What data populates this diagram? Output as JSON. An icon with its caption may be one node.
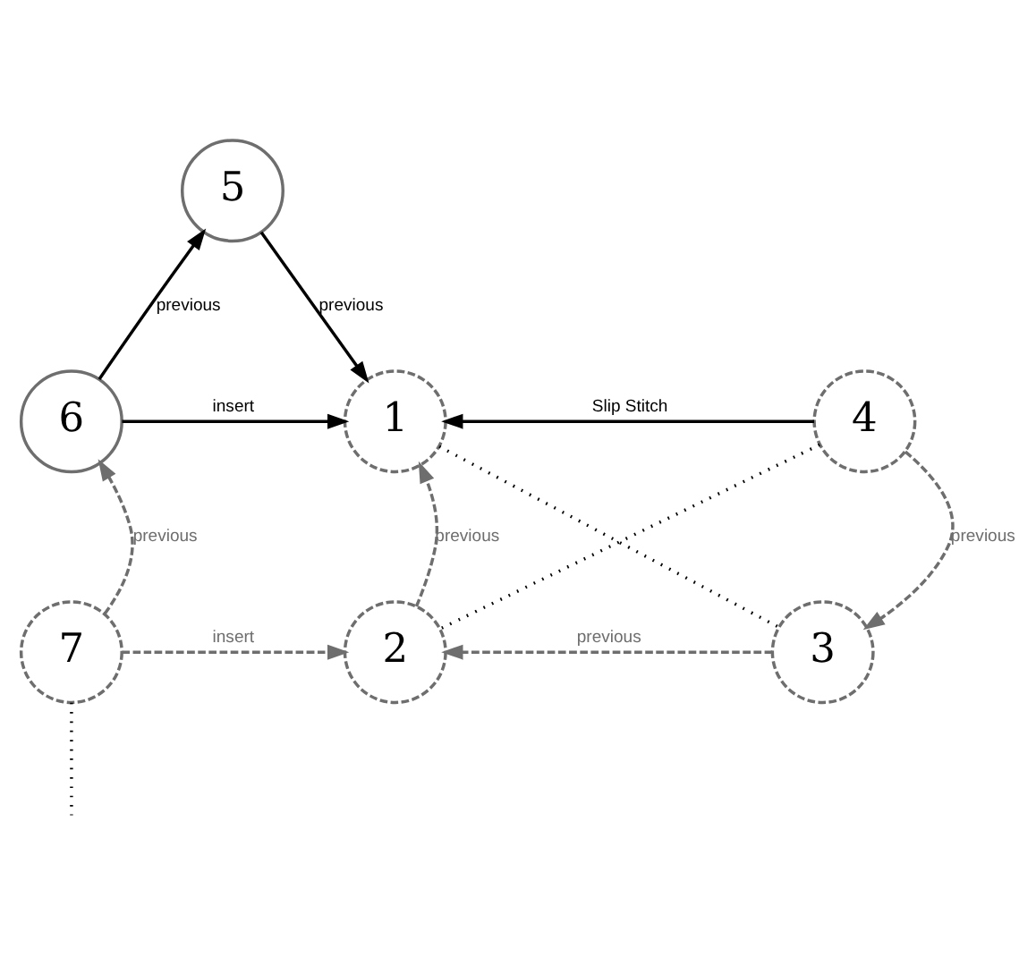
{
  "diagram": {
    "nodes": [
      {
        "text": [
          "5"
        ]
      },
      {
        "text": [
          "6"
        ]
      },
      {
        "text": [
          "1"
        ]
      },
      {
        "text": [
          "4"
        ]
      },
      {
        "text": [
          "7"
        ]
      },
      {
        "text": [
          "2"
        ]
      },
      {
        "text": [
          "3"
        ]
      }
    ],
    "edges": [
      {
        "from": 1,
        "to": 0,
        "arrow": "to",
        "label": "previous"
      },
      {
        "from": 0,
        "to": 2,
        "arrow": "to",
        "label": "previous"
      },
      {
        "from": 1,
        "to": 2,
        "arrow": "to",
        "label": "insert"
      },
      {
        "from": 3,
        "to": 2,
        "arrow": "to",
        "label": "Slip Stitch"
      },
      {
        "from": 4,
        "to": 1,
        "arrow": "to",
        "label": "previous",
        "style": "dashed",
        "color": "#6e6e6e"
      },
      {
        "from": 5,
        "to": 2,
        "arrow": "to",
        "label": "previous",
        "style": "dashed",
        "color": "#6e6e6e"
      },
      {
        "from": 3,
        "to": 6,
        "arrow": "to",
        "label": "previous",
        "style": "dashed",
        "color": "#6e6e6e"
      },
      {
        "from": 2,
        "to": 6,
        "arrow": "none",
        "style": "dashed"
      },
      {
        "from": 3,
        "to": 5,
        "arrow": "none",
        "style": "dashed"
      },
      {
        "from": 4,
        "to": 5,
        "arrow": "to",
        "label": "insert",
        "style": "dashed",
        "color": "#6e6e6e"
      },
      {
        "from": 6,
        "to": 5,
        "arrow": "to",
        "label": "previous",
        "style": "dashed",
        "color": "#6e6e6e"
      },
      {
        "from": 4,
        "to": null,
        "arrow": "none",
        "style": "dashed"
      }
    ]
  }
}
